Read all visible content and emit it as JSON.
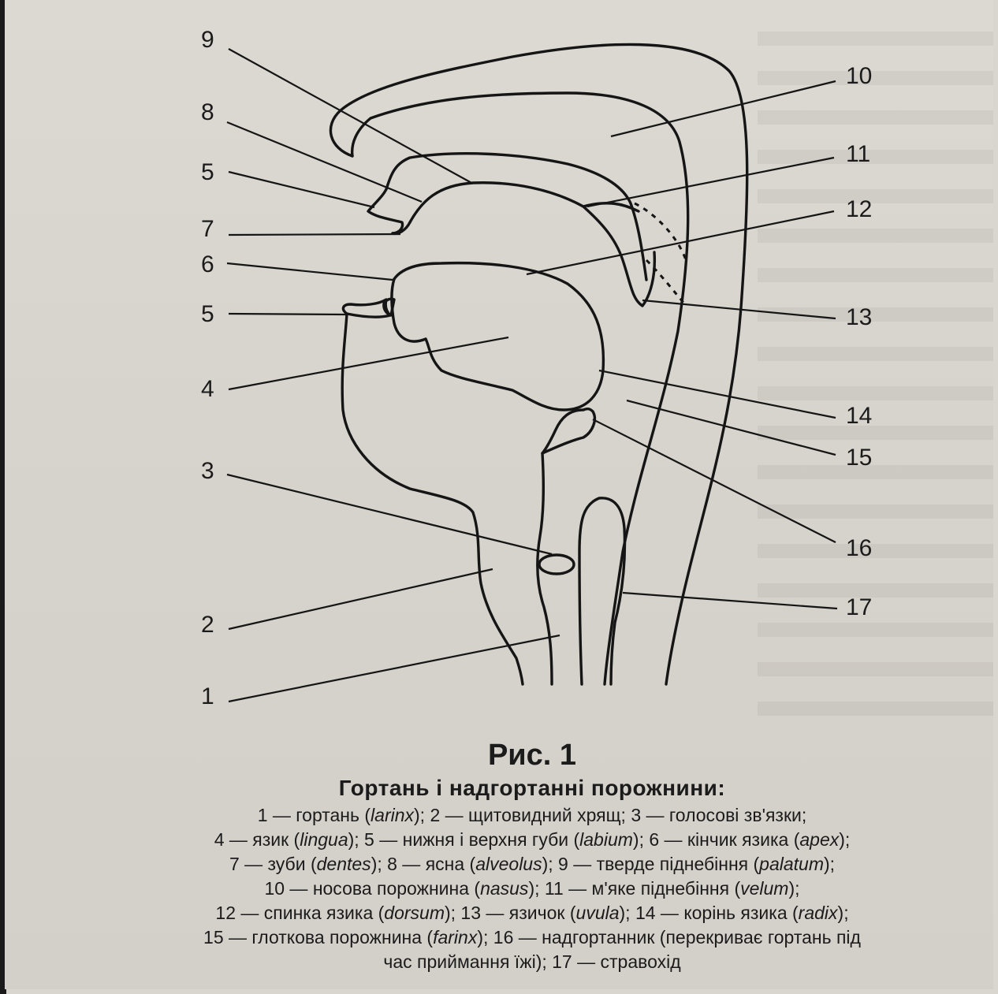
{
  "figure": {
    "title": "Рис. 1",
    "subtitle": "Гортань і надгортанні порожнини:"
  },
  "labels": [
    "9",
    "10",
    "8",
    "11",
    "5",
    "12",
    "7",
    "6",
    "5",
    "13",
    "4",
    "14",
    "15",
    "3",
    "16",
    "2",
    "17",
    "1"
  ],
  "legend": [
    {
      "pre": "1 — гортань (",
      "term": "larinx",
      "post": "); 2 — щитовидний хрящ; 3 — голосові зв'язки;"
    },
    {
      "pre": "4 — язик (",
      "term": "lingua",
      "post": "); 5 — нижня і верхня губи (",
      "term2": "labium",
      "post2": "); 6 — кінчик язика (",
      "term3": "apex",
      "post3": ");"
    },
    {
      "pre": "7 — зуби (",
      "term": "dentes",
      "post": "); 8 — ясна (",
      "term2": "alveolus",
      "post2": "); 9 — тверде піднебіння (",
      "term3": "palatum",
      "post3": ");"
    },
    {
      "pre": "10 — носова порожнина (",
      "term": "nasus",
      "post": "); 11 — м'яке піднебіння (",
      "term2": "velum",
      "post2": ");"
    },
    {
      "pre": "12 — спинка язика (",
      "term": "dorsum",
      "post": "); 13 — язичок (",
      "term2": "uvula",
      "post2": "); 14 — корінь язика (",
      "term3": "radix",
      "post3": ");"
    },
    {
      "pre": "15 — глоткова порожнина (",
      "term": "farinx",
      "post": "); 16 — надгортанник (перекриває гортань під"
    },
    {
      "pre": "час приймання їжі); 17 — стравохід"
    }
  ]
}
